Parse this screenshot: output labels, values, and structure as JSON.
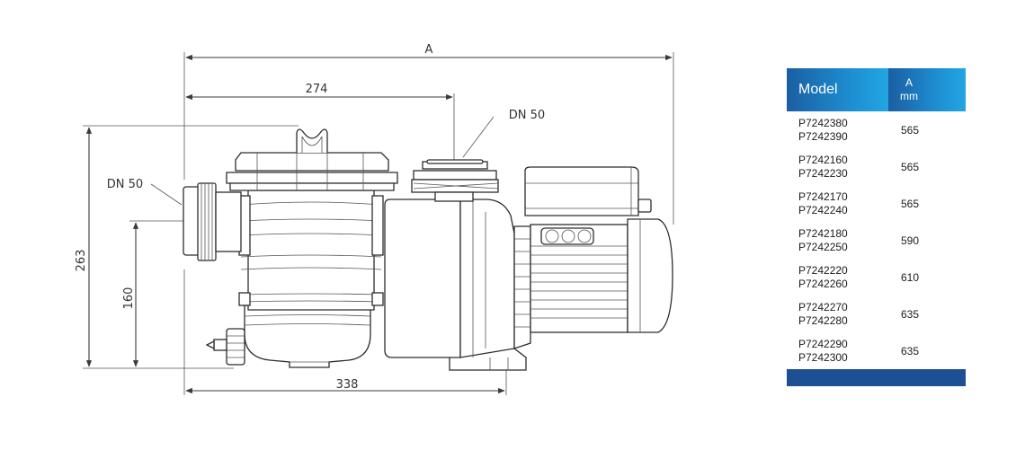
{
  "drawing": {
    "dimensions": {
      "overall_length": "A",
      "inlet_offset": "274",
      "base_length": "338",
      "total_height": "263",
      "inlet_height": "160"
    },
    "labels": {
      "inlet_connection": "DN 50",
      "outlet_connection": "DN 50"
    }
  },
  "table": {
    "header_model": "Model",
    "header_dim": "A",
    "header_unit": "mm",
    "rows": [
      {
        "models": [
          "P7242380",
          "P7242390"
        ],
        "a": "565"
      },
      {
        "models": [
          "P7242160",
          "P7242230"
        ],
        "a": "565"
      },
      {
        "models": [
          "P7242170",
          "P7242240"
        ],
        "a": "565"
      },
      {
        "models": [
          "P7242180",
          "P7242250"
        ],
        "a": "590"
      },
      {
        "models": [
          "P7242220",
          "P7242260"
        ],
        "a": "610"
      },
      {
        "models": [
          "P7242270",
          "P7242280"
        ],
        "a": "635"
      },
      {
        "models": [
          "P7242290",
          "P7242300"
        ],
        "a": "635"
      }
    ]
  },
  "colors": {
    "header_gradient_start": "#1b5ea3",
    "header_gradient_end": "#22a6e3",
    "footer_band": "#1c4f94"
  }
}
